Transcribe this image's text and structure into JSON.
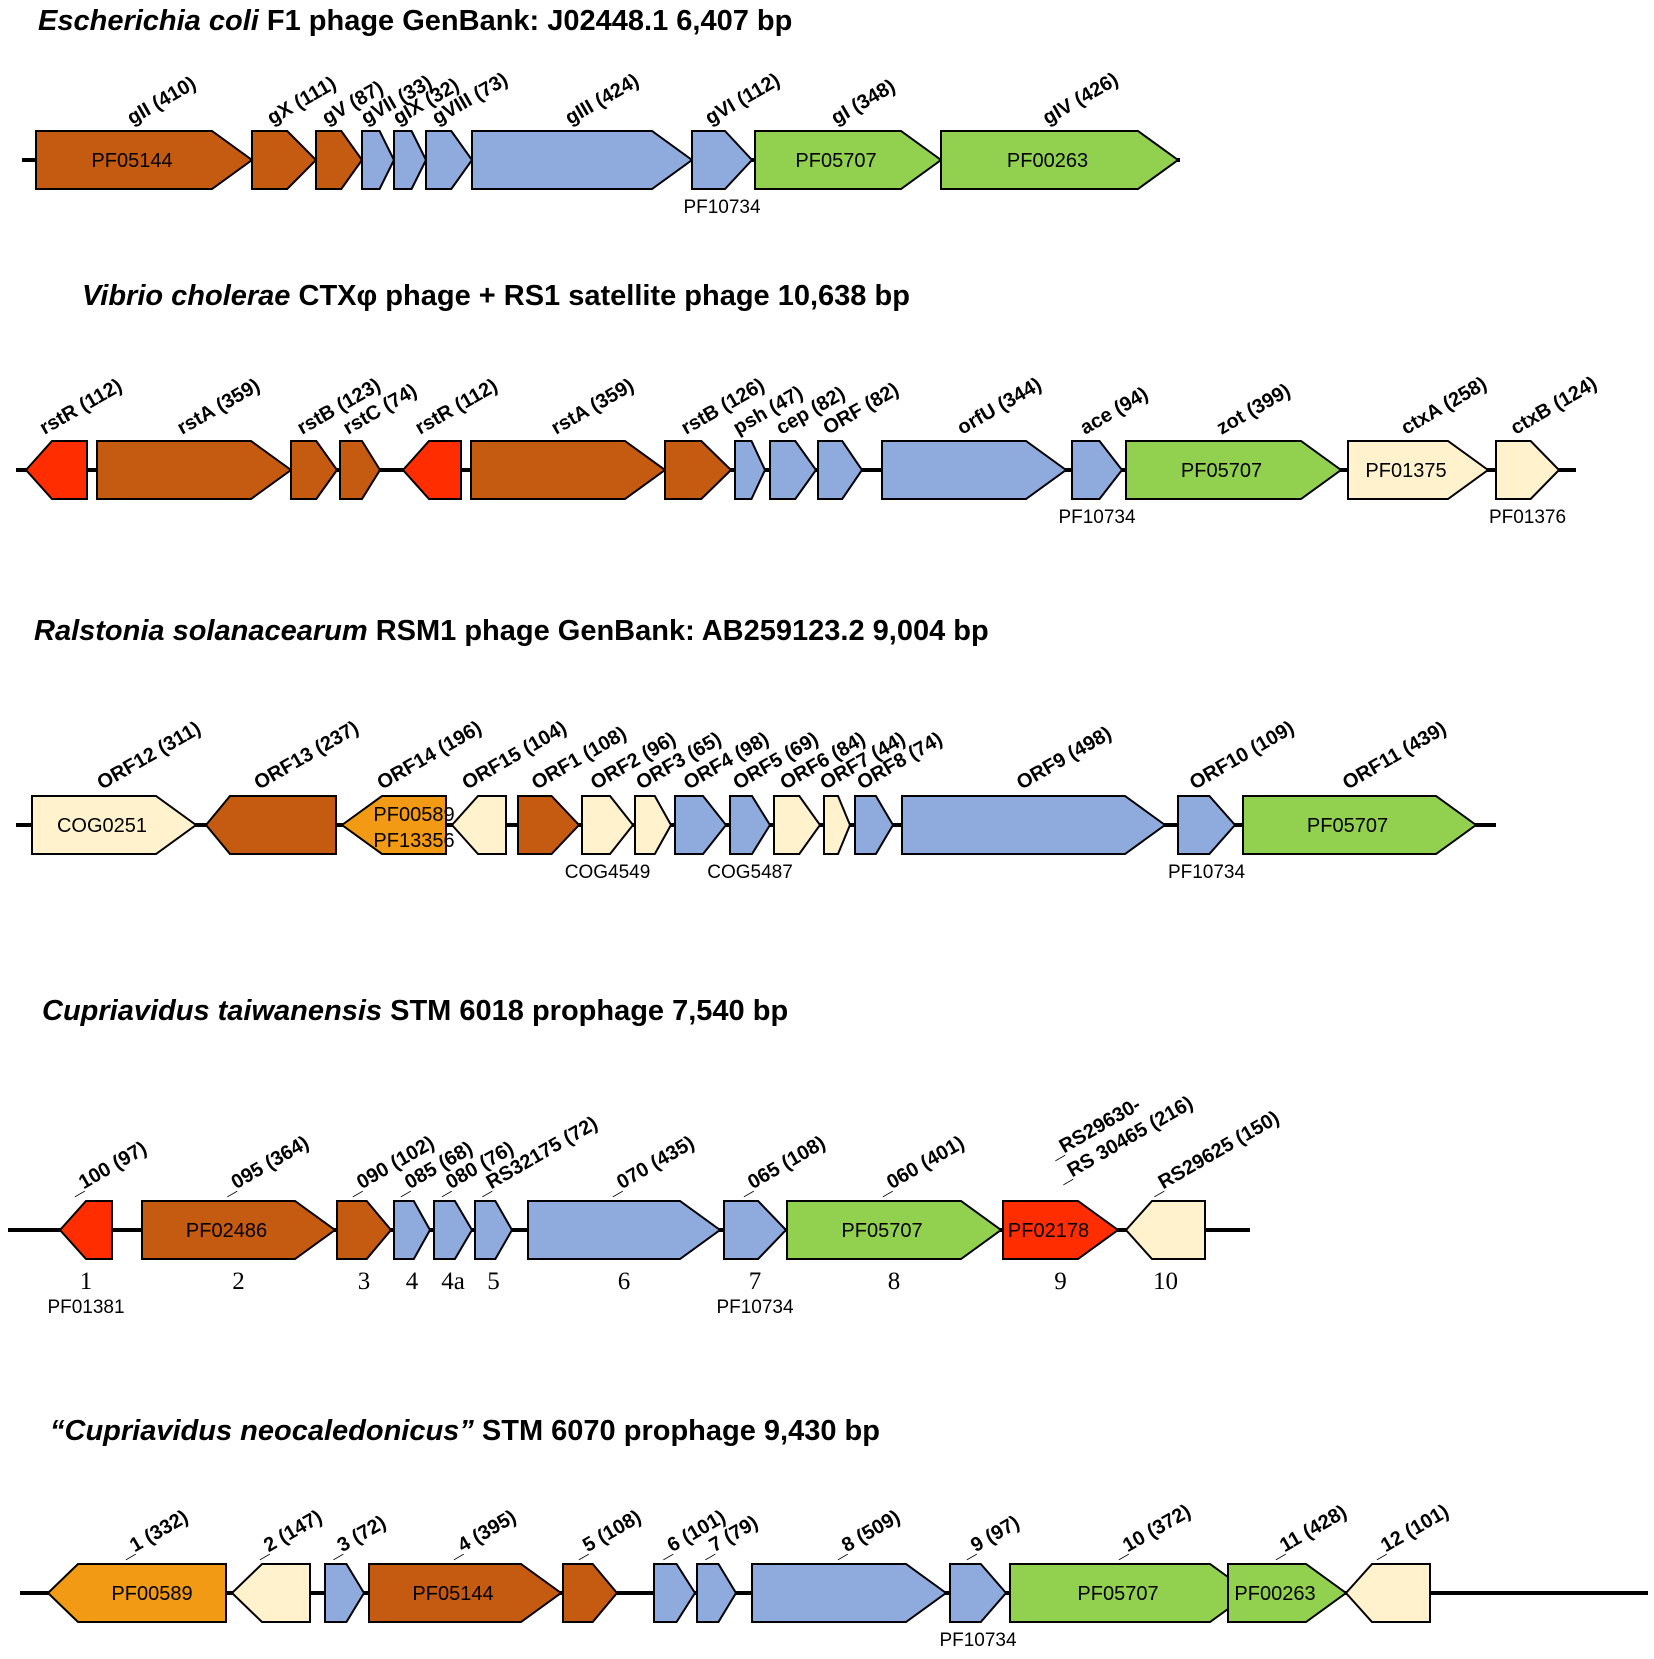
{
  "colors": {
    "brown": "#c55a11",
    "blue": "#8faadc",
    "green": "#92d050",
    "cream": "#fff2cc",
    "red": "#ff2d00",
    "orange": "#f29a13"
  },
  "tracks": [
    {
      "title": "Escherichia coli F1 phage GenBank: J02448.1  6,407 bp",
      "title_italic": "Escherichia coli",
      "title_rest": " F1 phage GenBank: J02448.1  6,407 bp",
      "genes": [
        {
          "label": "gII (410)",
          "inside": "PF05144",
          "color": "brown",
          "dir": "R"
        },
        {
          "label": "gX (111)",
          "color": "brown",
          "dir": "R"
        },
        {
          "label": "gV (87)",
          "color": "brown",
          "dir": "R"
        },
        {
          "label": "gVII (33)",
          "color": "blue",
          "dir": "R"
        },
        {
          "label": "gIX (32)",
          "color": "blue",
          "dir": "R"
        },
        {
          "label": "gVIII (73)",
          "color": "blue",
          "dir": "R"
        },
        {
          "label": "gIII (424)",
          "color": "blue",
          "dir": "R"
        },
        {
          "label": "gVI (112)",
          "below": "PF10734",
          "color": "blue",
          "dir": "R"
        },
        {
          "label": "gI (348)",
          "inside": "PF05707",
          "color": "green",
          "dir": "R"
        },
        {
          "label": "gIV (426)",
          "inside": "PF00263",
          "color": "green",
          "dir": "R"
        }
      ]
    },
    {
      "title": "Vibrio cholerae CTXφ phage + RS1 satellite phage  10,638 bp",
      "title_italic": "Vibrio cholerae",
      "title_rest": " CTXφ phage + RS1 satellite phage  10,638 bp",
      "genes": [
        {
          "label": "rstR (112)",
          "color": "red",
          "dir": "L"
        },
        {
          "label": "rstA (359)",
          "color": "brown",
          "dir": "R"
        },
        {
          "label": "rstB (123)",
          "color": "brown",
          "dir": "R"
        },
        {
          "label": "rstC (74)",
          "color": "brown",
          "dir": "R"
        },
        {
          "label": "rstR (112)",
          "color": "red",
          "dir": "L"
        },
        {
          "label": "rstA (359)",
          "color": "brown",
          "dir": "R"
        },
        {
          "label": "rstB (126)",
          "color": "brown",
          "dir": "R"
        },
        {
          "label": "psh (47)",
          "color": "blue",
          "dir": "R"
        },
        {
          "label": "cep (82)",
          "color": "blue",
          "dir": "R"
        },
        {
          "label": "ORF (82)",
          "color": "blue",
          "dir": "R"
        },
        {
          "label": "orfU (344)",
          "color": "blue",
          "dir": "R"
        },
        {
          "label": "ace (94)",
          "below": "PF10734",
          "color": "blue",
          "dir": "R"
        },
        {
          "label": "zot (399)",
          "inside": "PF05707",
          "color": "green",
          "dir": "R"
        },
        {
          "label": "ctxA (258)",
          "inside": "PF01375",
          "color": "cream",
          "dir": "R"
        },
        {
          "label": "ctxB (124)",
          "below": "PF01376",
          "color": "cream",
          "dir": "R"
        }
      ]
    },
    {
      "title": "Ralstonia solanacearum RSM1 phage GenBank: AB259123.2   9,004 bp",
      "title_italic": "Ralstonia solanacearum",
      "title_rest": " RSM1 phage GenBank: AB259123.2   9,004 bp",
      "genes": [
        {
          "label": "ORF12 (311)",
          "inside": "COG0251",
          "color": "cream",
          "dir": "R"
        },
        {
          "label": "ORF13 (237)",
          "color": "brown",
          "dir": "L"
        },
        {
          "label": "ORF14 (196)",
          "inside": "PF00589",
          "inside2": "PF13356",
          "color": "orange",
          "dir": "L"
        },
        {
          "label": "ORF15 (104)",
          "color": "cream",
          "dir": "L"
        },
        {
          "label": "ORF1 (108)",
          "color": "brown",
          "dir": "R"
        },
        {
          "label": "ORF2 (96)",
          "below": "COG4549",
          "color": "cream",
          "dir": "R"
        },
        {
          "label": "ORF3 (65)",
          "color": "cream",
          "dir": "R"
        },
        {
          "label": "ORF4 (98)",
          "color": "blue",
          "dir": "R"
        },
        {
          "label": "ORF5 (69)",
          "below": "COG5487",
          "color": "blue",
          "dir": "R"
        },
        {
          "label": "ORF6 (84)",
          "color": "cream",
          "dir": "R"
        },
        {
          "label": "ORF7 (44)",
          "color": "cream",
          "dir": "R"
        },
        {
          "label": "ORF8 (74)",
          "color": "blue",
          "dir": "R"
        },
        {
          "label": "ORF9 (498)",
          "color": "blue",
          "dir": "R"
        },
        {
          "label": "ORF10 (109)",
          "below": "PF10734",
          "color": "blue",
          "dir": "R"
        },
        {
          "label": "ORF11 (439)",
          "inside": "PF05707",
          "color": "green",
          "dir": "R"
        }
      ]
    },
    {
      "title": "Cupriavidus taiwanensis STM 6018  prophage 7,540 bp",
      "title_italic": "Cupriavidus taiwanensis",
      "title_rest": " STM 6018  prophage 7,540 bp",
      "genes": [
        {
          "label": "_100 (97)",
          "num": "1",
          "below": "PF01381",
          "color": "red",
          "dir": "L"
        },
        {
          "label": "_095 (364)",
          "num": "2",
          "inside": "PF02486",
          "color": "brown",
          "dir": "R"
        },
        {
          "label": "_090 (102)",
          "num": "3",
          "color": "brown",
          "dir": "R"
        },
        {
          "label": "_085 (68)",
          "num": "4",
          "color": "blue",
          "dir": "R"
        },
        {
          "label": "_080 (76)",
          "num": "4a",
          "color": "blue",
          "dir": "R"
        },
        {
          "label": "_RS32175 (72)",
          "num": "5",
          "color": "blue",
          "dir": "R"
        },
        {
          "label": "_070 (435)",
          "num": "6",
          "color": "blue",
          "dir": "R"
        },
        {
          "label": "_065 (108)",
          "num": "7",
          "below": "PF10734",
          "color": "blue",
          "dir": "R"
        },
        {
          "label": "_060 (401)",
          "num": "8",
          "inside": "PF05707",
          "color": "green",
          "dir": "R"
        },
        {
          "label": "_RS29630-",
          "label2": "_RS 30465 (216)",
          "num": "9",
          "inside": "PF02178",
          "color": "red",
          "dir": "R"
        },
        {
          "label": "_RS29625 (150)",
          "num": "10",
          "color": "cream",
          "dir": "L"
        }
      ]
    },
    {
      "title": "“Cupriavidus neocaledonicus”   STM 6070 prophage 9,430 bp",
      "title_italic": "“Cupriavidus neocaledonicus”",
      "title_rest": "   STM 6070 prophage 9,430 bp",
      "genes": [
        {
          "label": "_1 (332)",
          "inside": "PF00589",
          "color": "orange",
          "dir": "L"
        },
        {
          "label": "_2 (147)",
          "color": "cream",
          "dir": "L"
        },
        {
          "label": "_3 (72)",
          "color": "blue",
          "dir": "R"
        },
        {
          "label": "_4 (395)",
          "inside": "PF05144",
          "color": "brown",
          "dir": "R"
        },
        {
          "label": "_5 (108)",
          "color": "brown",
          "dir": "R"
        },
        {
          "label": "_6 (101)",
          "color": "blue",
          "dir": "R"
        },
        {
          "label": "_7 (79)",
          "color": "blue",
          "dir": "R"
        },
        {
          "label": "_8 (509)",
          "color": "blue",
          "dir": "R"
        },
        {
          "label": "_9 (97)",
          "below": "PF10734",
          "color": "blue",
          "dir": "R"
        },
        {
          "label": "_10 (372)",
          "inside": "PF05707",
          "color": "green",
          "dir": "R"
        },
        {
          "label": "_11 (428)",
          "inside": "PF00263",
          "color": "green",
          "dir": "R"
        },
        {
          "label": "_12 (101)",
          "color": "cream",
          "dir": "L"
        }
      ]
    }
  ]
}
